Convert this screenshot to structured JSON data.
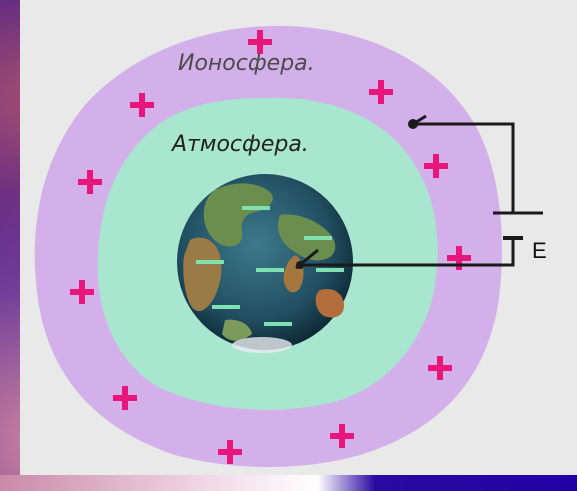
{
  "labels": {
    "ionosphere": "Ионосфера.",
    "atmosphere": "Атмосфера.",
    "emf": "E"
  },
  "colors": {
    "ionosphere": "#d3b0ea",
    "atmosphere": "#a8e6cf",
    "plus_sign": "#e8157a",
    "minus_sign": "#7fe0b0",
    "panel": "#e9e9e9",
    "wire": "#1a1a1a"
  },
  "icons": {
    "positive": "plus-sign-icon",
    "negative": "minus-sign-icon",
    "earth": "earth-globe-icon",
    "battery": "battery-symbol-icon"
  }
}
